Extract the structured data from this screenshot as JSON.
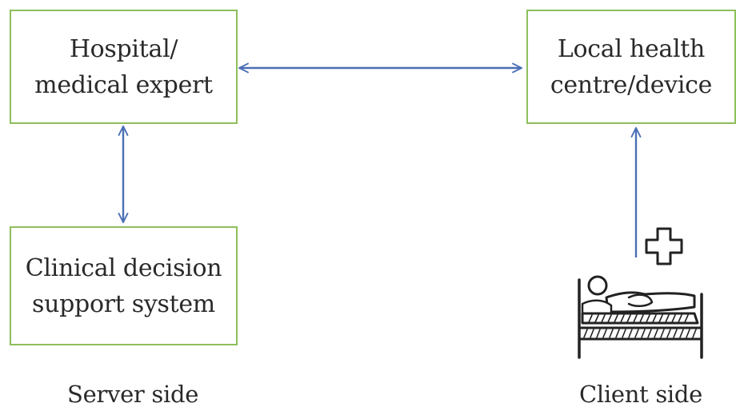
{
  "nodes": {
    "hospital": {
      "lines": [
        "Hospital/",
        "medical expert"
      ]
    },
    "local_centre": {
      "lines": [
        "Local health",
        "centre/device"
      ]
    },
    "cdss": {
      "lines": [
        "Clinical decision",
        "support system"
      ]
    }
  },
  "labels": {
    "server_side": "Server side",
    "client_side": "Client side"
  },
  "edges": [
    {
      "from": "hospital",
      "to": "local_centre",
      "direction": "bidirectional"
    },
    {
      "from": "hospital",
      "to": "cdss",
      "direction": "bidirectional"
    },
    {
      "from": "patient",
      "to": "local_centre",
      "direction": "one-way"
    }
  ],
  "icons": [
    "patient-bed-icon",
    "medical-cross-icon"
  ],
  "colors": {
    "box_border": "#8dbf5a",
    "arrow": "#4a6fb5",
    "text": "#2a2a2a"
  }
}
